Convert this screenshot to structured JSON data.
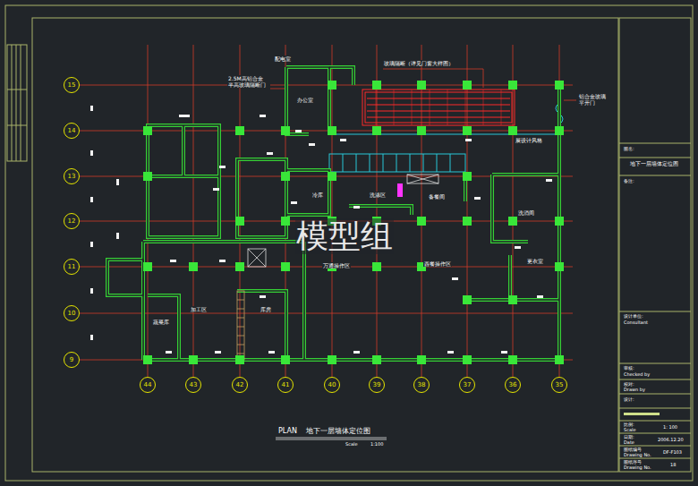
{
  "diagram": {
    "title": "PLAN    地下一层墙体定位图",
    "nodes": [
      {
        "text": [
          "15"
        ]
      },
      {
        "text": [
          "14"
        ]
      },
      {
        "text": [
          "13"
        ]
      },
      {
        "text": [
          "12"
        ]
      },
      {
        "text": [
          "11"
        ]
      },
      {
        "text": [
          "10"
        ]
      },
      {
        "text": [
          "9"
        ]
      },
      {
        "text": [
          "44"
        ]
      },
      {
        "text": [
          "43"
        ]
      },
      {
        "text": [
          "42"
        ]
      },
      {
        "text": [
          "41"
        ]
      },
      {
        "text": [
          "40"
        ]
      },
      {
        "text": [
          "39"
        ]
      },
      {
        "text": [
          "38"
        ]
      },
      {
        "text": [
          "37"
        ]
      },
      {
        "text": [
          "36"
        ]
      },
      {
        "text": [
          "35"
        ]
      }
    ],
    "labels": [
      "配电室",
      "玻璃隔断（详见门窗大样图）",
      "2.5M高铝合金 半高玻璃隔断门",
      "铝合金玻璃 平开门",
      "办公室",
      "展设计风格",
      "冷库",
      "洗涤区",
      "备餐间",
      "洗消间",
      "万通操作区",
      "西餐操作区",
      "更衣室",
      "加工区",
      "库房",
      "蔬菜库",
      "模型组",
      "Scale",
      "1:100",
      "图名:",
      "地下一层墙体定位图",
      "备注:",
      "设计单位:",
      "Consultant",
      "审核:",
      "Checked by",
      "校对:",
      "Drawn by",
      "设计:",
      "比例:",
      "Scale",
      "1: 100",
      "日期:",
      "Date",
      "2006.12.20",
      "图纸编号",
      "Drawing No.",
      "DF-F103",
      "图纸序号",
      "Drawing No.",
      "18"
    ]
  }
}
